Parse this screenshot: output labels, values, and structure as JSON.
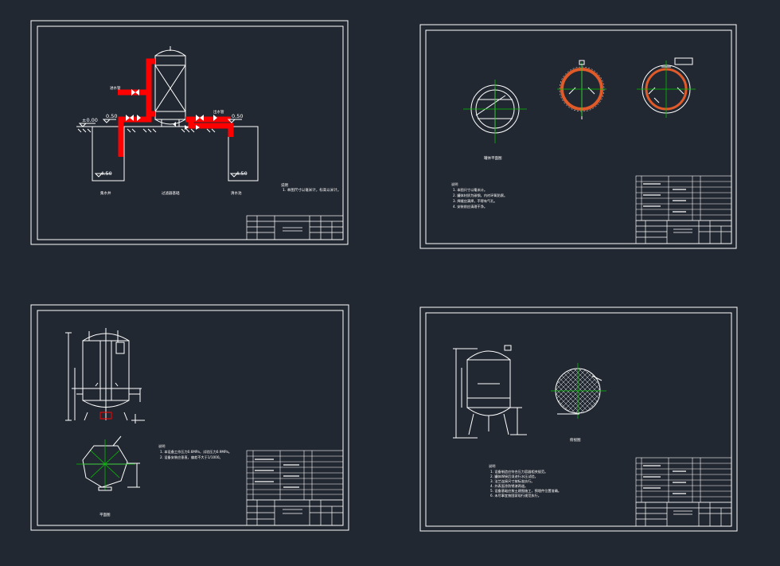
{
  "colors": {
    "background": "#222831",
    "line": "#ffffff",
    "pipe": "#ff0000",
    "shell": "#e05a2a",
    "center": "#00c000"
  },
  "sheet1": {
    "level_zero": "±0.00",
    "level_inlet": "0.50",
    "level_outlet": "0.50",
    "depth_left": "-4.50",
    "depth_right": "-4.50"
  },
  "sheets": {
    "s1": {
      "notes_title": "说明",
      "notes_lines": [
        "1. 本图尺寸以毫米计，标高以米计。"
      ],
      "labels": [
        "进水管",
        "出水管",
        "集水井",
        "过滤器基础",
        "清水池"
      ]
    },
    "s2": {
      "notes_title": "说明",
      "notes_lines": [
        "1. 本图尺寸以毫米计。",
        "2. 罐体材质为碳钢，内衬环氧防腐。",
        "3. 焊缝应满焊，不得有气孔。",
        "4. 安装前应清理干净。"
      ],
      "caption": "罐体平面图"
    },
    "s3": {
      "notes_title": "说明",
      "notes_lines": [
        "1. 本设备工作压力0.6MPa，试验压力0.9MPa。",
        "2. 设备安装应垂直，偏差不大于1/1000。"
      ],
      "caption": "平面图"
    },
    "s4": {
      "notes_title": "说明",
      "notes_lines": [
        "1. 设备制造应符合压力容器相关规范。",
        "2. 罐体焊接后须进行水压试验。",
        "3. 法兰连接尺寸按标准执行。",
        "4. 外表面涂防锈漆两道。",
        "5. 设备基础应按土建图施工，预埋件位置准确。",
        "6. 未尽事宜按国家现行规范执行。"
      ],
      "caption": "俯视图"
    }
  }
}
